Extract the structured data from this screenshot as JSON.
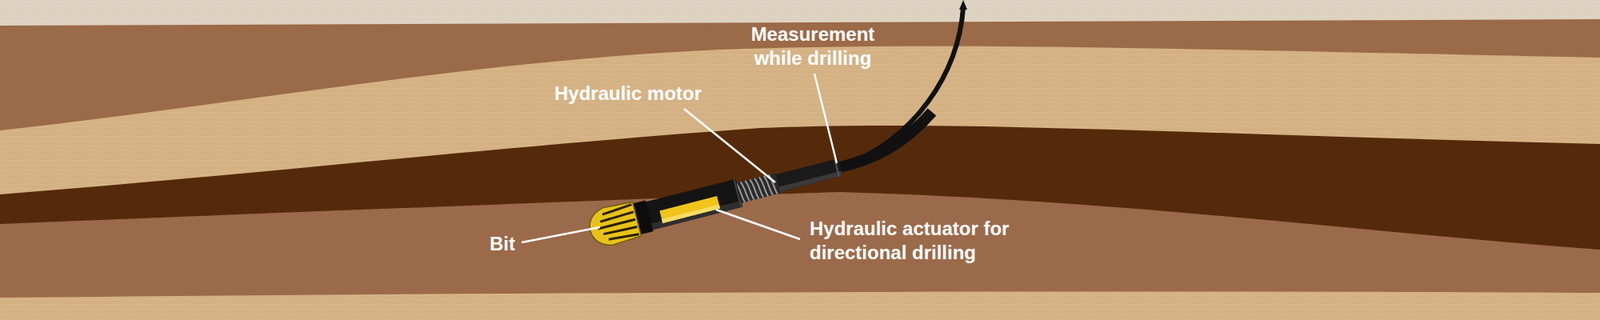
{
  "diagram": {
    "labels": [
      "Measurement while drilling",
      "Hydraulic motor",
      "Hydraulic actuator for directional drilling",
      "Bit"
    ]
  }
}
